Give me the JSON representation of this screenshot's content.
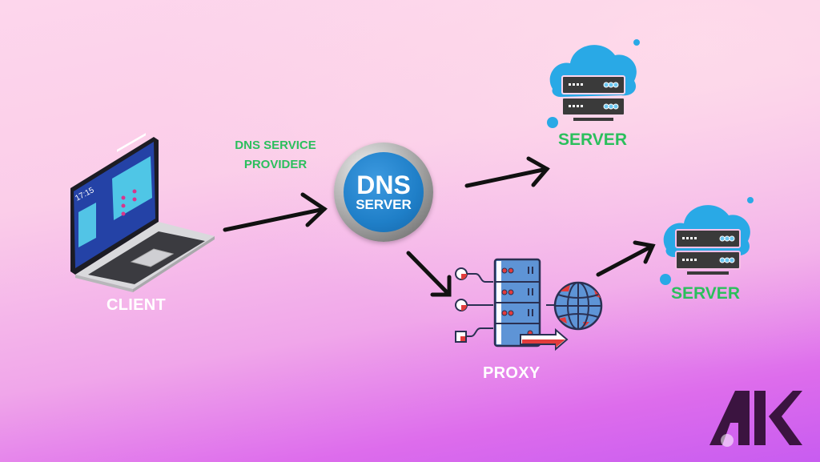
{
  "diagram": {
    "nodes": {
      "client": {
        "label": "CLIENT",
        "screen_time": "17:15",
        "icon": "laptop-icon"
      },
      "dns_provider": {
        "label_line1": "DNS SERVICE",
        "label_line2": "PROVIDER"
      },
      "dns_server": {
        "badge_line1": "DNS",
        "badge_line2": "SERVER",
        "icon": "dns-badge-icon"
      },
      "server_top": {
        "label": "SERVER",
        "icon": "cloud-server-icon"
      },
      "server_bottom": {
        "label": "SERVER",
        "icon": "cloud-server-icon"
      },
      "proxy": {
        "label": "PROXY",
        "icon": "proxy-server-icon"
      },
      "globe": {
        "icon": "globe-icon"
      }
    },
    "edges": [
      {
        "from": "client",
        "to": "dns_server"
      },
      {
        "from": "dns_server",
        "to": "server_top"
      },
      {
        "from": "dns_server",
        "to": "proxy"
      },
      {
        "from": "proxy",
        "to": "server_bottom"
      }
    ],
    "logo": {
      "text": "AK"
    }
  },
  "colors": {
    "label_green": "#2bbf5c",
    "cloud_blue": "#29a9e6",
    "server_dark": "#3a3a3a",
    "dns_blue": "#1f7fc8",
    "proxy_blue": "#5e94d6",
    "proxy_red": "#e23c3c",
    "logo_dark": "#3b1440"
  }
}
